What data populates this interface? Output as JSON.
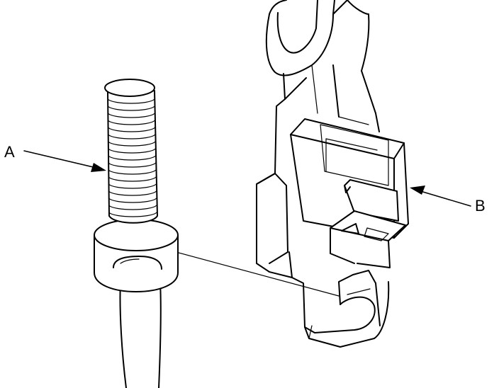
{
  "callouts": [
    {
      "id": "A",
      "label": "A"
    },
    {
      "id": "B",
      "label": "B"
    }
  ],
  "line_color": "#000000",
  "background_color": "#ffffff"
}
